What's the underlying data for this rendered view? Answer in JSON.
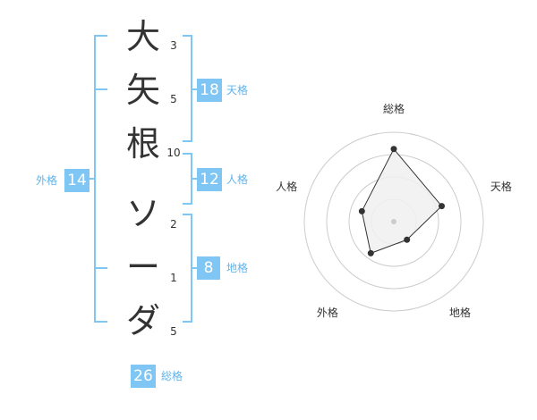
{
  "name": {
    "characters": [
      "大",
      "矢",
      "根",
      "ソ",
      "ー",
      "ダ"
    ],
    "strokes": [
      "3",
      "5",
      "10",
      "2",
      "1",
      "5"
    ]
  },
  "grid": {
    "tenkaku": {
      "value": "18",
      "label": "天格"
    },
    "jinkaku": {
      "value": "12",
      "label": "人格"
    },
    "chikaku": {
      "value": "8",
      "label": "地格"
    },
    "gaikaku": {
      "value": "14",
      "label": "外格"
    },
    "soukaku": {
      "value": "26",
      "label": "総格"
    }
  },
  "chart_data": {
    "type": "radar",
    "axes": [
      "総格",
      "天格",
      "地格",
      "外格",
      "人格"
    ],
    "values": [
      26,
      18,
      8,
      14,
      12
    ],
    "rmax": 32,
    "rings": 4,
    "colors": {
      "ring": "#cccccc",
      "fill": "#f0f0f0",
      "line": "#333333",
      "point": "#333333",
      "center": "#cccccc"
    }
  },
  "colors": {
    "accent": "#7fc6f4",
    "label": "#5fb4ec"
  }
}
